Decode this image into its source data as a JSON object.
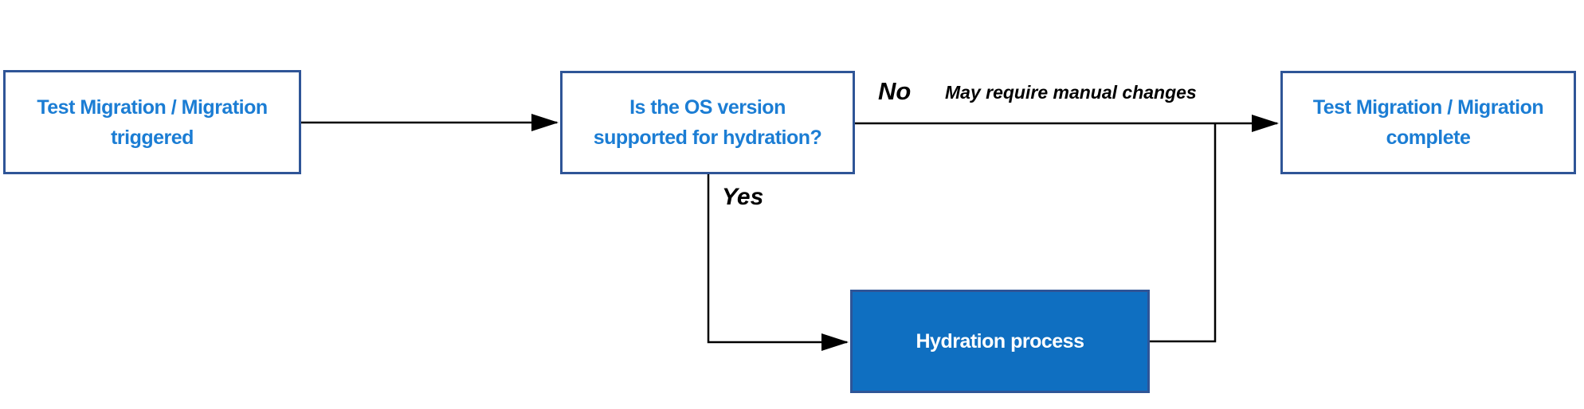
{
  "flowchart": {
    "nodes": {
      "start": {
        "label": "Test Migration / Migration\ntriggered"
      },
      "decision": {
        "label": "Is the OS version\nsupported for hydration?"
      },
      "hydration": {
        "label": "Hydration process"
      },
      "complete": {
        "label": "Test Migration / Migration\ncomplete"
      }
    },
    "edges": {
      "no_label": "No",
      "no_note": "May require manual changes",
      "yes_label": "Yes"
    },
    "colors": {
      "node_border": "#2F5597",
      "node_text_blue": "#1B7DD4",
      "filled_node_fill": "#0F6FC1",
      "filled_node_text": "#FFFFFF",
      "connector": "#000000",
      "edge_label_text": "#000000",
      "background": "#FFFFFF"
    }
  }
}
